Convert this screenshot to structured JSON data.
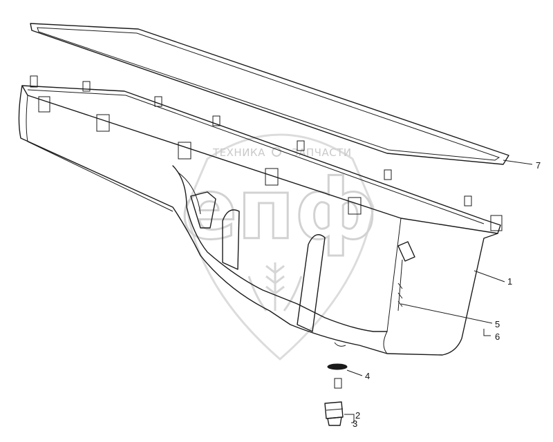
{
  "watermark": {
    "left_text": "ТЕХНИКА",
    "right_text": "ЗАПЧАСТИ",
    "big_text": "епф"
  },
  "callouts": [
    {
      "label": "1"
    },
    {
      "label": "2"
    },
    {
      "label": "3"
    },
    {
      "label": "4"
    },
    {
      "label": "5"
    },
    {
      "label": "6"
    },
    {
      "label": "7"
    }
  ],
  "colors": {
    "line": "#1a1a1a",
    "watermark": "#d0d0d0",
    "background": "#ffffff"
  }
}
